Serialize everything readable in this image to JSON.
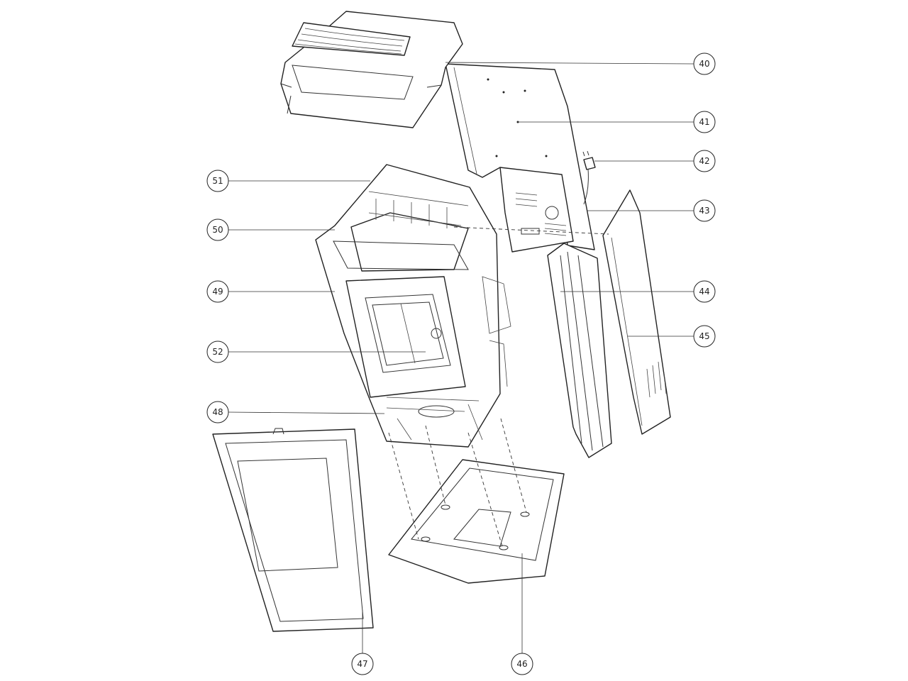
{
  "diagram": {
    "type": "exploded-parts-view",
    "callouts": {
      "c40": "40",
      "c41": "41",
      "c42": "42",
      "c43": "43",
      "c44": "44",
      "c45": "45",
      "c46": "46",
      "c47": "47",
      "c48": "48",
      "c49": "49",
      "c50": "50",
      "c51": "51",
      "c52": "52"
    }
  }
}
